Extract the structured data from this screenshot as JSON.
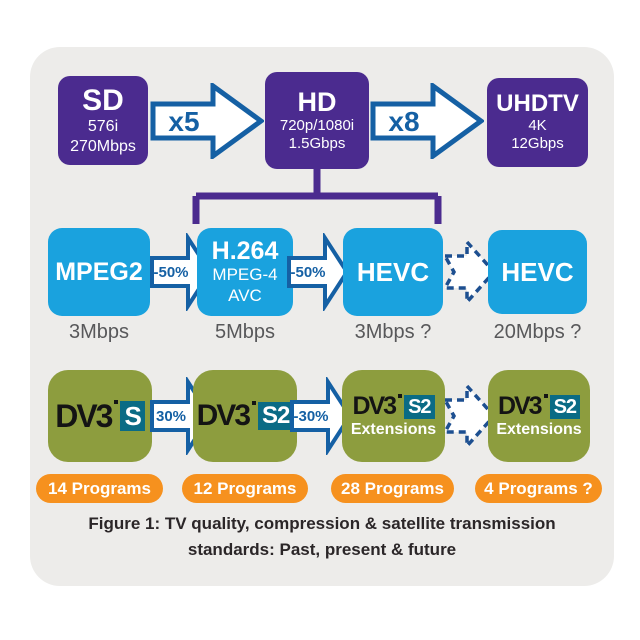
{
  "colors": {
    "purple": "#4b2b8f",
    "blue": "#1aa2de",
    "arrow_blue": "#1560a4",
    "dashed_navy": "#1d4f90",
    "green": "#8d9d3e",
    "teal_badge": "#0a6b85",
    "orange": "#f6911e",
    "panel_gray": "#edecea",
    "bitrate_gray": "#58585a",
    "caption_dark": "#2b2628"
  },
  "quality_row": {
    "boxes": [
      {
        "title": "SD",
        "line1": "576i",
        "line2": "270Mbps"
      },
      {
        "title": "HD",
        "line1": "720p/1080i",
        "line2": "1.5Gbps"
      },
      {
        "title": "UHDTV",
        "line1": "4K",
        "line2": "12Gbps"
      }
    ],
    "arrows": [
      {
        "label": "x5"
      },
      {
        "label": "x8"
      }
    ]
  },
  "compression_row": {
    "boxes": [
      {
        "title": "MPEG2"
      },
      {
        "title": "H.264",
        "line1": "MPEG-4",
        "line2": "AVC"
      },
      {
        "title": "HEVC"
      },
      {
        "title": "HEVC"
      }
    ],
    "arrows": [
      {
        "label": "-50%"
      },
      {
        "label": "-50%"
      }
    ],
    "bitrates": [
      "3Mbps",
      "5Mbps",
      "3Mbps ?",
      "20Mbps ?"
    ]
  },
  "transmission_row": {
    "boxes": [
      {
        "dvb_logo": "DV3",
        "badge": "S"
      },
      {
        "dvb_logo": "DV3",
        "badge": "S2"
      },
      {
        "dvb_logo": "DV3",
        "badge": "S2",
        "sub": "Extensions"
      },
      {
        "dvb_logo": "DV3",
        "badge": "S2",
        "sub": "Extensions"
      }
    ],
    "arrows": [
      {
        "label": "30%"
      },
      {
        "label": "-30%"
      }
    ]
  },
  "programs_row": {
    "pills": [
      "14 Programs",
      "12 Programs",
      "28 Programs",
      "4 Programs ?"
    ]
  },
  "caption": {
    "line1": "Figure 1: TV quality, compression & satellite transmission",
    "line2": "standards: Past, present & future"
  }
}
